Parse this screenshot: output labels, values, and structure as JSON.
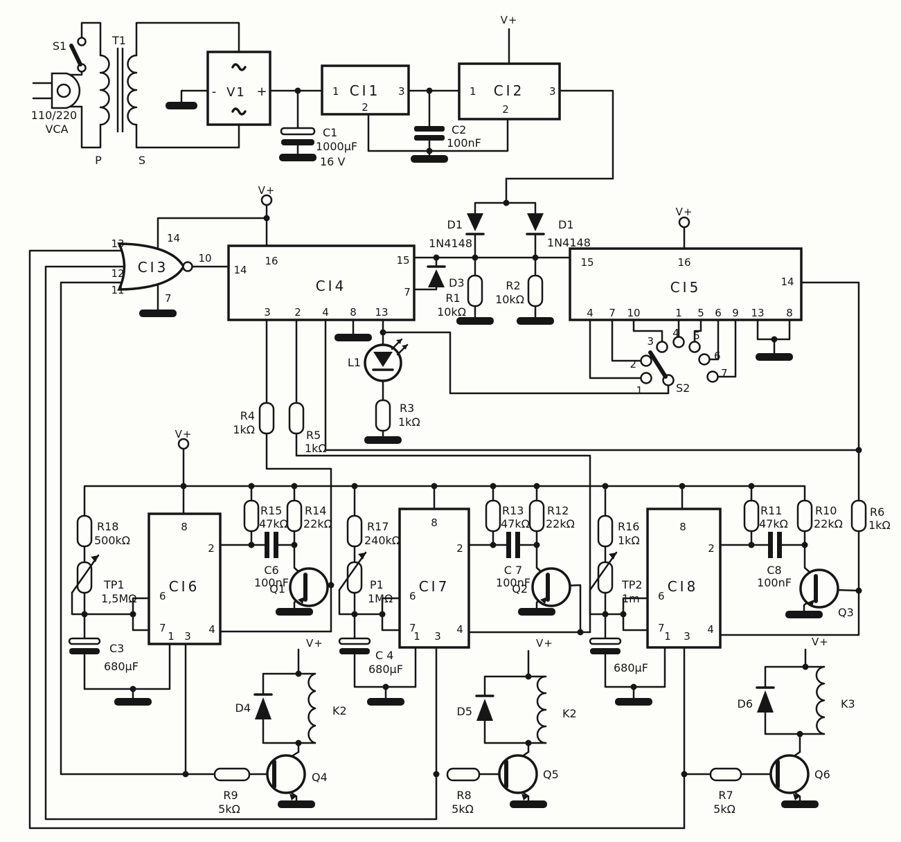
{
  "power": {
    "mains_voltage": "110/220",
    "mains_unit": "VCA",
    "switch_s1": "S1",
    "transformer": "T1",
    "primary": "P",
    "secondary": "S",
    "bridge": "V1",
    "plus": "+",
    "minus": "-",
    "vplus": "V+"
  },
  "ics": {
    "ci1": {
      "name": "CI1",
      "p1": "1",
      "p3": "3",
      "p2": "2"
    },
    "ci2": {
      "name": "CI2",
      "p1": "1",
      "p3": "3",
      "p2": "2"
    },
    "ci3": {
      "name": "CI3",
      "in13": "13",
      "in12": "12",
      "in11": "11",
      "p14": "14",
      "p7": "7",
      "out10": "10"
    },
    "ci4": {
      "name": "CI4",
      "p14": "14",
      "p16": "16",
      "p15": "15",
      "p7": "7",
      "p3": "3",
      "p2": "2",
      "p4": "4",
      "p8": "8",
      "p13": "13"
    },
    "ci5": {
      "name": "CI5",
      "p15": "15",
      "p16": "16",
      "p14": "14",
      "bottom": [
        "4",
        "7",
        "10",
        "1",
        "5",
        "6",
        "9",
        "13",
        "8"
      ]
    },
    "ci6": {
      "name": "CI6",
      "p8": "8",
      "p2": "2",
      "p6": "6",
      "p7": "7",
      "p1": "1",
      "p3": "3",
      "p4": "4"
    },
    "ci7": {
      "name": "CI7",
      "p8": "8",
      "p2": "2",
      "p6": "6",
      "p7": "7",
      "p1": "1",
      "p3": "3",
      "p4": "4"
    },
    "ci8": {
      "name": "CI8",
      "p8": "8",
      "p2": "2",
      "p6": "6",
      "p7": "7",
      "p1": "1",
      "p3": "3",
      "p4": "4"
    }
  },
  "resistors": {
    "r1": {
      "name": "R1",
      "value": "10kΩ"
    },
    "r2": {
      "name": "R2",
      "value": "10kΩ"
    },
    "r3": {
      "name": "R3",
      "value": "1kΩ"
    },
    "r4": {
      "name": "R4",
      "value": "1kΩ"
    },
    "r5": {
      "name": "R5",
      "value": "1kΩ"
    },
    "r6": {
      "name": "R6",
      "value": "1kΩ"
    },
    "r7": {
      "name": "R7",
      "value": "5kΩ"
    },
    "r8": {
      "name": "R8",
      "value": "5kΩ"
    },
    "r9": {
      "name": "R9",
      "value": "5kΩ"
    },
    "r10": {
      "name": "R10",
      "value": "22kΩ"
    },
    "r11": {
      "name": "R11",
      "value": "47kΩ"
    },
    "r12": {
      "name": "R12",
      "value": "22kΩ"
    },
    "r13": {
      "name": "R13",
      "value": "47kΩ"
    },
    "r14": {
      "name": "R14",
      "value": "22kΩ"
    },
    "r15": {
      "name": "R15",
      "value": "47kΩ"
    },
    "r16": {
      "name": "R16",
      "value": "1kΩ"
    },
    "r17": {
      "name": "R17",
      "value": "240kΩ"
    },
    "r18": {
      "name": "R18",
      "value": "500kΩ"
    }
  },
  "capacitors": {
    "c1": {
      "name": "C1",
      "value": "1000µF",
      "rating": "16 V"
    },
    "c2": {
      "name": "C2",
      "value": "100nF"
    },
    "c3": {
      "name": "C3",
      "value": "680µF"
    },
    "c4": {
      "name": "C 4",
      "value": "680µF"
    },
    "c5": {
      "value": "680µF"
    },
    "c6": {
      "name": "C6",
      "value": "100nF"
    },
    "c7": {
      "name": "C 7",
      "value": "100nF"
    },
    "c8": {
      "name": "C8",
      "value": "100nF"
    }
  },
  "pots": {
    "tp1": {
      "name": "TP1",
      "value": "1,5MΩ"
    },
    "p1": {
      "name": "P1",
      "value": "1MΩ"
    },
    "tp2": {
      "name": "TP2",
      "value": "1m"
    }
  },
  "diodes": {
    "d1a": {
      "name": "D1",
      "part": "1N4148"
    },
    "d1b": {
      "name": "D1",
      "part": "1N4148"
    },
    "d3": {
      "name": "D3"
    },
    "d4": {
      "name": "D4"
    },
    "d5": {
      "name": "D5"
    },
    "d6": {
      "name": "D6"
    }
  },
  "led": {
    "name": "L1"
  },
  "relays": {
    "k2a": "K2",
    "k2b": "K2",
    "k3": "K3"
  },
  "transistors": {
    "q1": "Q1",
    "q2": "Q2",
    "q3": "Q3",
    "q4": "Q4",
    "q5": "Q5",
    "q6": "Q6"
  },
  "s2": {
    "name": "S2",
    "positions": [
      "1",
      "2",
      "3",
      "4",
      "5",
      "6",
      "7"
    ]
  }
}
